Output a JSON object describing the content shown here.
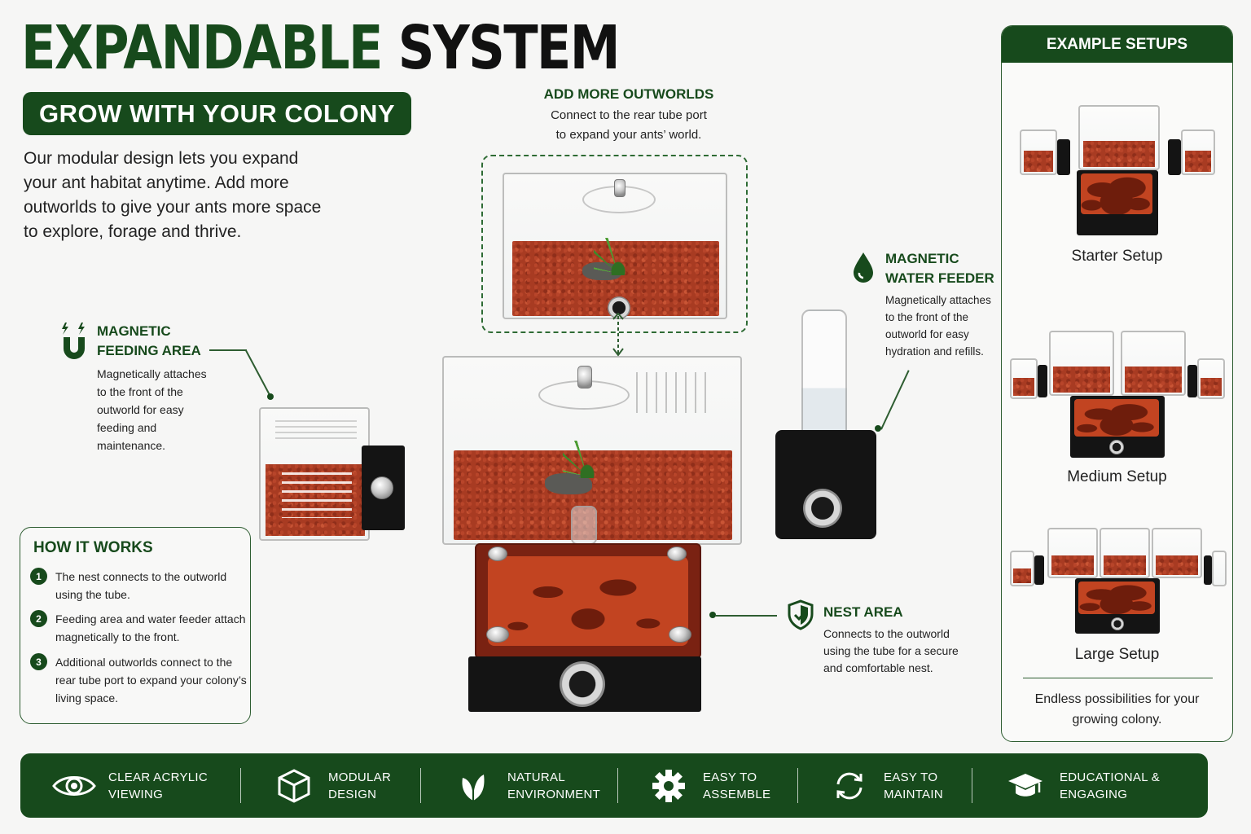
{
  "header": {
    "title_part1": "EXPANDABLE",
    "title_part2": "SYSTEM",
    "subtitle_pill": "GROW WITH YOUR COLONY",
    "intro": "Our modular design lets you expand your ant habitat anytime. Add more outworlds to give your ants more space to explore, forage and thrive."
  },
  "callouts": {
    "add_outworlds": {
      "title": "ADD MORE OUTWORLDS",
      "text_line1": "Connect to the rear tube port",
      "text_line2": "to expand your ants’ world."
    },
    "feeding_area": {
      "title_line1": "MAGNETIC",
      "title_line2": "FEEDING AREA",
      "text": "Magnetically attaches to the front of the outworld for easy feeding and maintenance.",
      "icon": "magnet-icon"
    },
    "water_feeder": {
      "title_line1": "MAGNETIC",
      "title_line2": "WATER FEEDER",
      "text": "Magnetically attaches to the front of the outworld for easy hydration and refills.",
      "icon": "water-drop-icon"
    },
    "nest_area": {
      "title": "NEST AREA",
      "text": "Connects to the outworld using the tube for a secure and comfortable nest.",
      "icon": "shield-check-icon"
    }
  },
  "how_it_works": {
    "title": "HOW IT WORKS",
    "steps": [
      {
        "num": "1",
        "text": "The nest connects to the outworld using the tube."
      },
      {
        "num": "2",
        "text": "Feeding area and water feeder attach magnetically to the front."
      },
      {
        "num": "3",
        "text": "Additional outworlds connect to the rear tube port to expand your colony’s living space."
      }
    ]
  },
  "example_setups": {
    "title": "EXAMPLE SETUPS",
    "setups": [
      {
        "label": "Starter Setup"
      },
      {
        "label": "Medium Setup"
      },
      {
        "label": "Large Setup"
      }
    ],
    "footer": "Endless possibilities for your growing colony."
  },
  "features": [
    {
      "icon": "eye-icon",
      "line1": "CLEAR ACRYLIC",
      "line2": "VIEWING"
    },
    {
      "icon": "cube-icon",
      "line1": "MODULAR",
      "line2": "DESIGN"
    },
    {
      "icon": "leaf-icon",
      "line1": "NATURAL",
      "line2": "ENVIRONMENT"
    },
    {
      "icon": "gear-icon",
      "line1": "EASY TO",
      "line2": "ASSEMBLE"
    },
    {
      "icon": "refresh-icon",
      "line1": "EASY TO",
      "line2": "MAINTAIN"
    },
    {
      "icon": "graduation-cap-icon",
      "line1": "EDUCATIONAL &",
      "line2": "ENGAGING"
    }
  ],
  "colors": {
    "brand_green": "#174a1c",
    "soil_red": "#a83b22",
    "background": "#f6f6f5"
  }
}
